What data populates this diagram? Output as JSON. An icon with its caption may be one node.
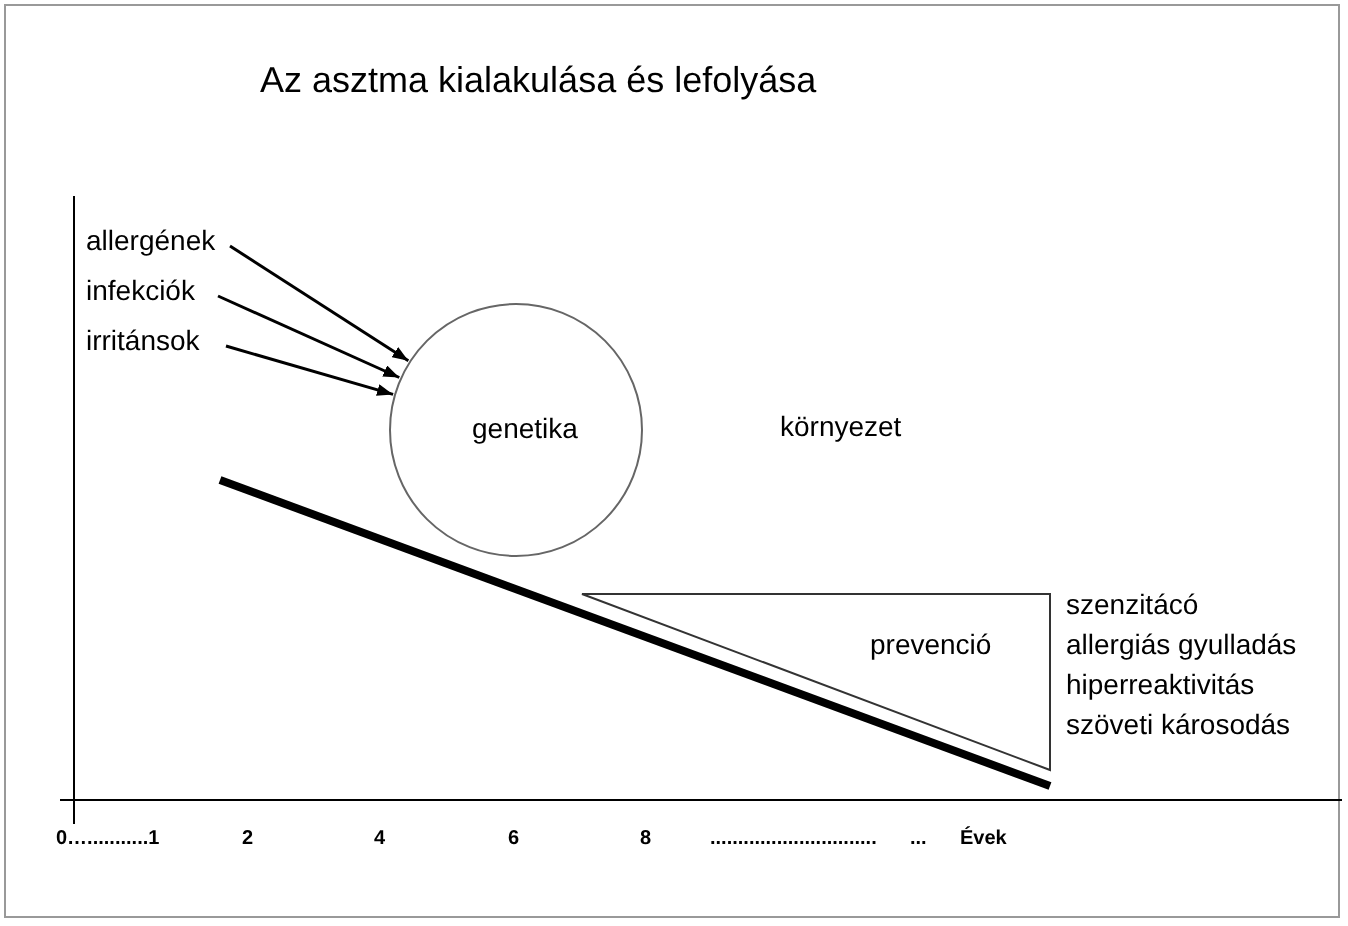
{
  "diagram": {
    "title": "Az asztma kialakulása és lefolyása",
    "nodes": [
      {
        "text": [
          "allergének"
        ]
      },
      {
        "text": [
          "infekciók"
        ]
      },
      {
        "text": [
          "irritánsok"
        ]
      },
      {
        "text": [
          "genetika"
        ]
      },
      {
        "text": [
          "prevenció"
        ]
      }
    ],
    "edges": [
      {
        "from": 0,
        "to": 3,
        "arrow": "to"
      },
      {
        "from": 1,
        "to": 3,
        "arrow": "to"
      },
      {
        "from": 2,
        "to": 3,
        "arrow": "to"
      }
    ],
    "labels": [
      "környezet",
      "szenzitácó",
      "allergiás gyulladás",
      "hiperreaktivitás",
      "szöveti károsodás",
      "0…...........1",
      "2",
      "4",
      "6",
      "8",
      "..............................",
      "...",
      "Évek"
    ]
  }
}
